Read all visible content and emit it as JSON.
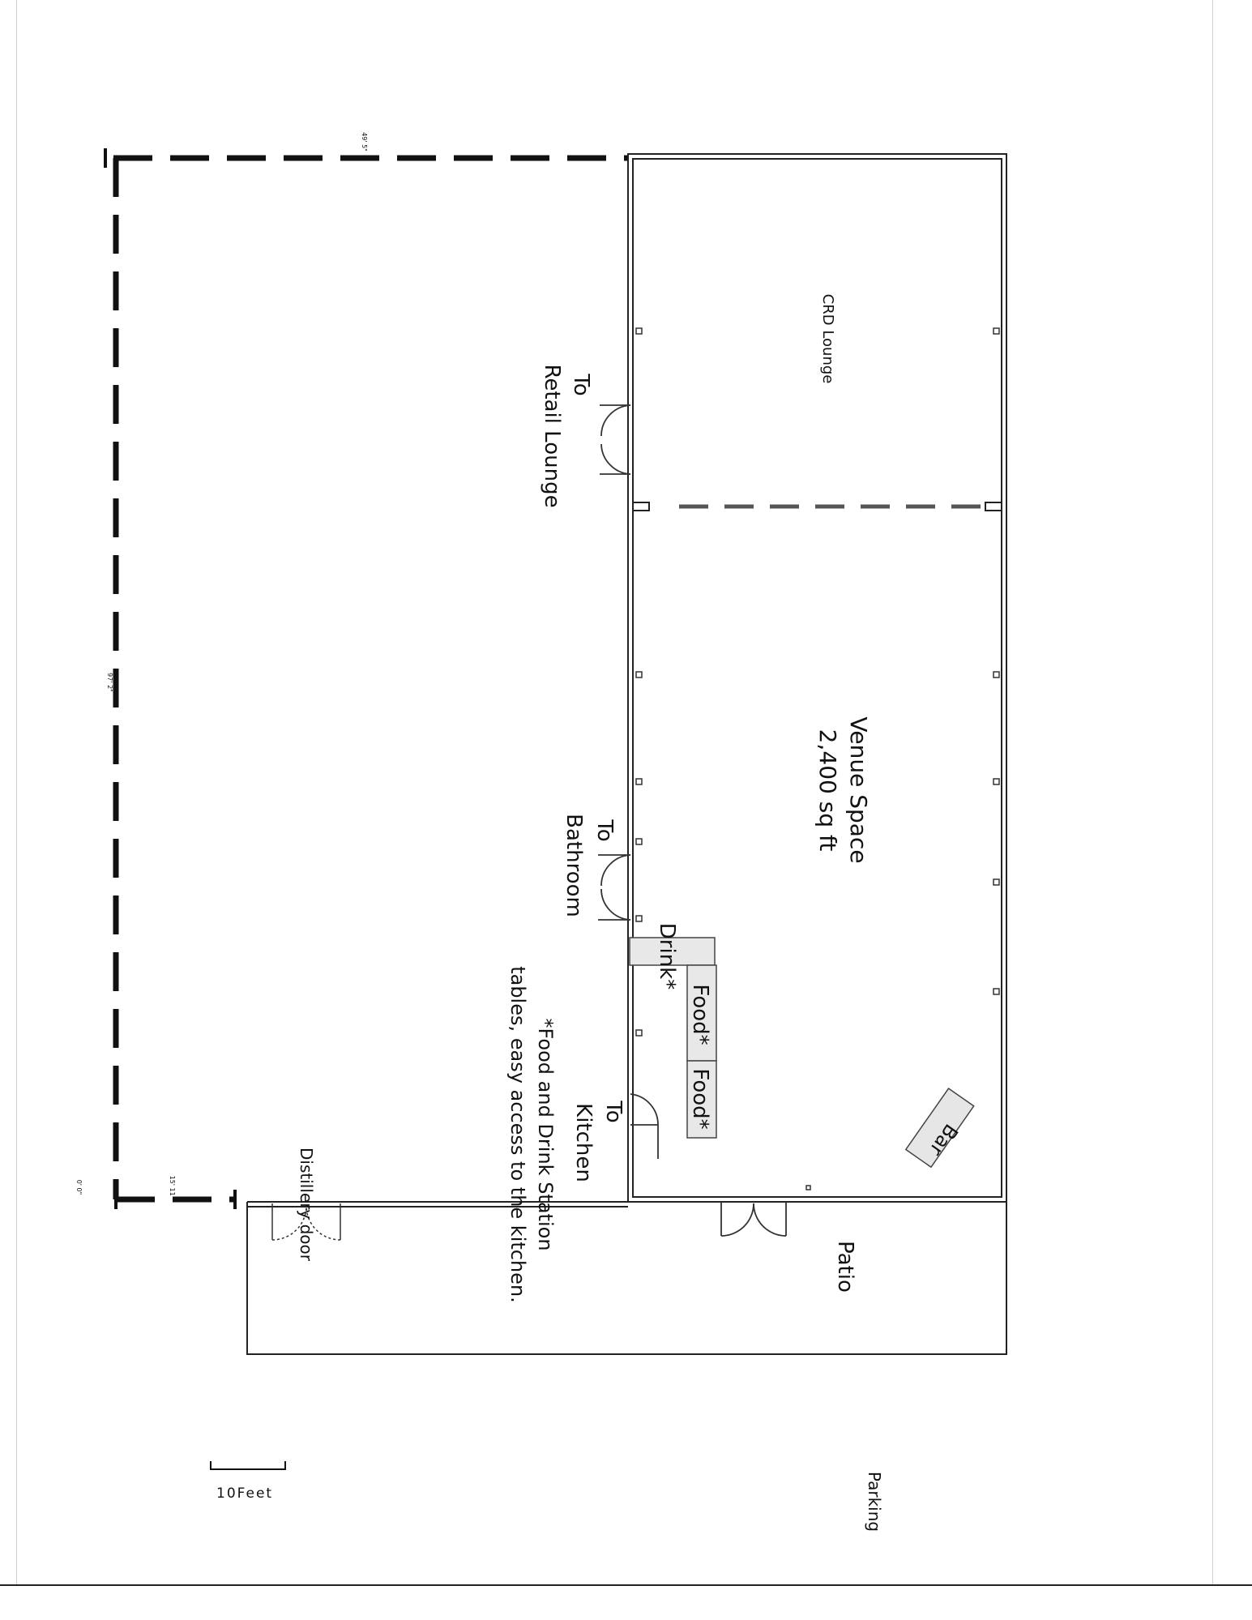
{
  "rooms": {
    "crd_lounge": "CRD Lounge",
    "venue_title": "Venue Space",
    "venue_area": "2,400 sq ft",
    "patio": "Patio",
    "parking": "Parking"
  },
  "doors": {
    "retail_to": "To",
    "retail_name": "Retail Lounge",
    "bathroom_to": "To",
    "bathroom_name": "Bathroom",
    "kitchen_to": "To",
    "kitchen_name": "Kitchen",
    "distillery": "Distillery door"
  },
  "stations": {
    "drink": "Drink*",
    "food1": "Food*",
    "food2": "Food*",
    "bar": "Bar"
  },
  "note": {
    "line1": "*Food and Drink Station",
    "line2": "tables, easy access to the kitchen."
  },
  "scale": {
    "label": "10Feet"
  },
  "dimensions": {
    "top": "49' 5\"",
    "left": "97' 2\"",
    "bottom_right": "15' 11\"",
    "bottom_left": "0' 0\""
  }
}
